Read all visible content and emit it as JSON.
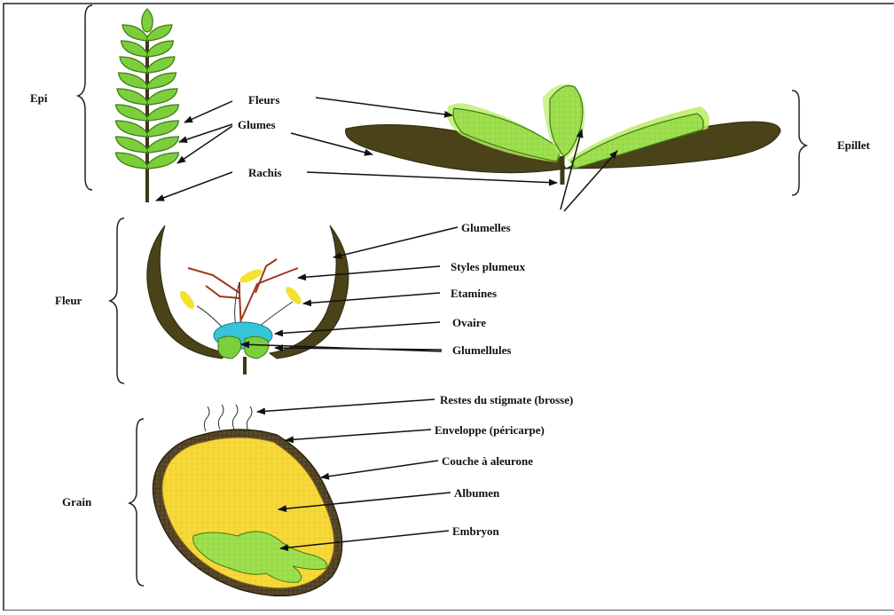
{
  "groups": {
    "epi": "Epi",
    "epillet": "Epillet",
    "fleur": "Fleur",
    "grain": "Grain"
  },
  "labels": {
    "fleurs": "Fleurs",
    "glumes": "Glumes",
    "rachis": "Rachis",
    "glumelles": "Glumelles",
    "styles_plumeux": "Styles plumeux",
    "etamines": "Etamines",
    "ovaire": "Ovaire",
    "glumellules": "Glumellules",
    "restes_stigmate": "Restes du stigmate (brosse)",
    "enveloppe": "Enveloppe (péricarpe)",
    "couche_aleurone": "Couche à aleurone",
    "albumen": "Albumen",
    "embryon": "Embryon"
  },
  "colors": {
    "leaf_green": "#7ccf3a",
    "light_green": "#b9ec63",
    "dark_olive": "#4a4218",
    "stem": "#3a3a1a",
    "ovary": "#35c4d8",
    "anther": "#f3e233",
    "style": "#a0351c",
    "albumen": "#f7d93a",
    "embryo": "#74d04a",
    "pericarp": "#4c4028"
  }
}
